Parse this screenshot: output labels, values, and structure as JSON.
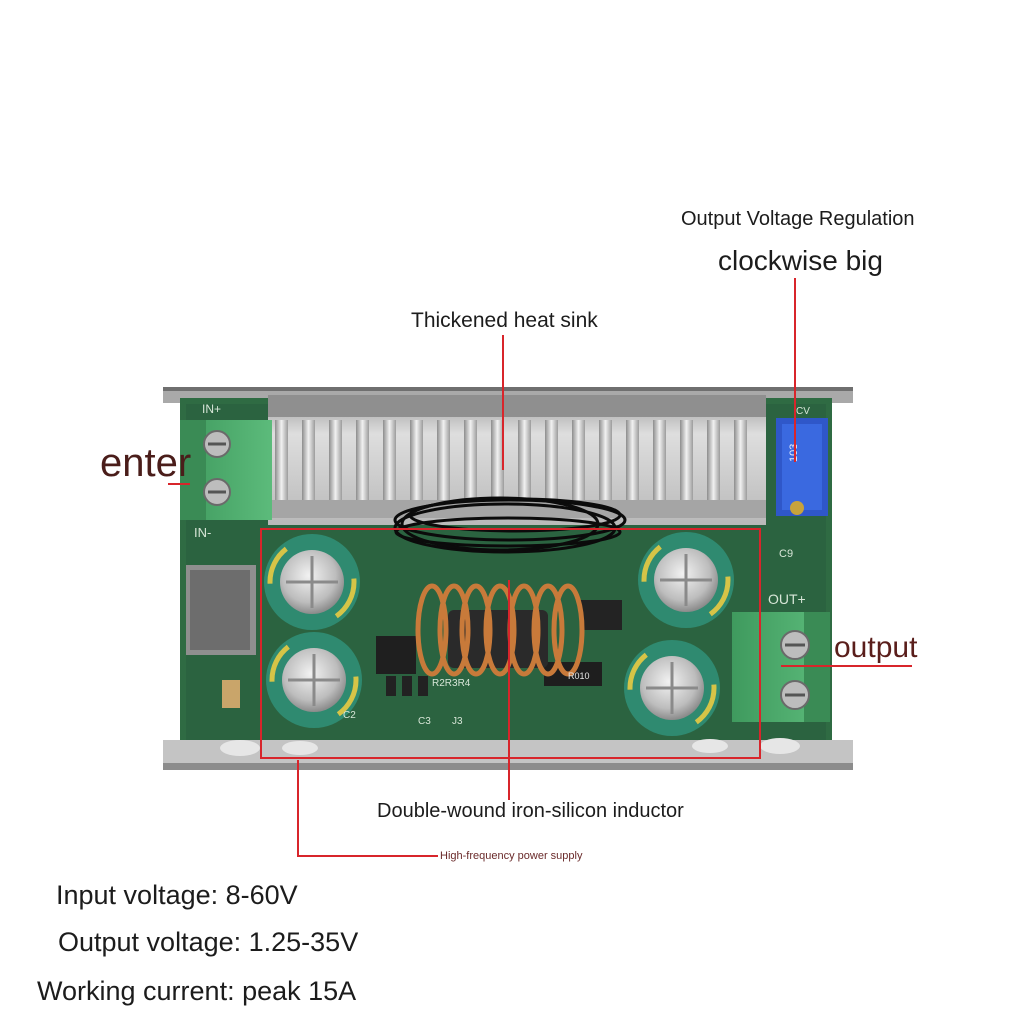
{
  "labels": {
    "regulation_title": "Output Voltage Regulation",
    "regulation_sub": "clockwise big",
    "heat_sink": "Thickened heat sink",
    "enter": "enter",
    "output": "output",
    "inductor": "Double-wound iron-silicon inductor",
    "hf_supply": "High-frequency power supply"
  },
  "specs": {
    "input": "Input voltage: 8-60V",
    "output": "Output voltage: 1.25-35V",
    "current": "Working current: peak 15A"
  },
  "board_marks": {
    "in_plus": "IN+",
    "in_minus": "IN-",
    "out_plus": "OUT+",
    "c9": "C9",
    "c2": "C2",
    "c3": "C3",
    "j3": "J3",
    "r_bank": "R2R3R4",
    "pot_code": "103",
    "r010": "R010",
    "cv": "CV"
  },
  "colors": {
    "pcb": "#2f6b43",
    "heatsink": "#c9c9c9",
    "callout": "#d8252b",
    "terminal": "#4aa66a",
    "copper": "#c87a3a"
  }
}
